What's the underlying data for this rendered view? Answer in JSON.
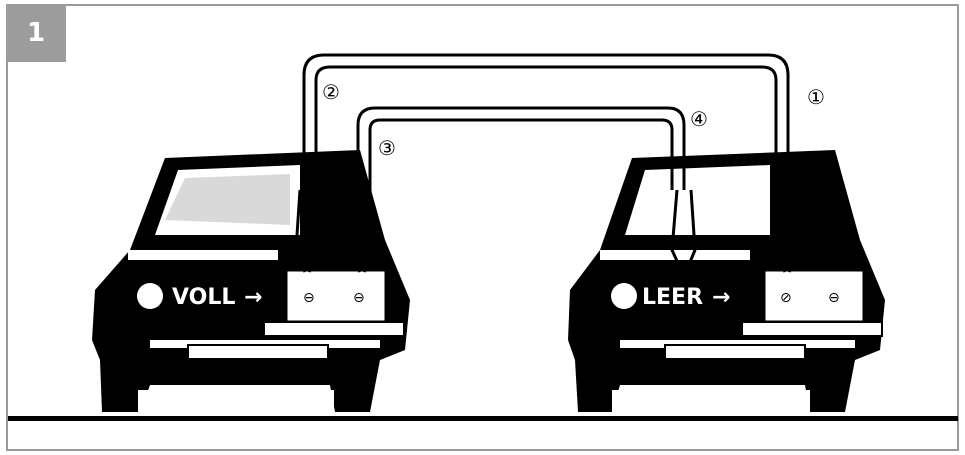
{
  "figure": {
    "number": "1",
    "left_car": {
      "battery_label": "VOLL",
      "terminal_left": "⊖",
      "terminal_right": "⊖"
    },
    "right_car": {
      "battery_label": "LEER",
      "terminal_left": "⊘",
      "terminal_right": "⊖"
    },
    "cables": [
      {
        "id": "1",
        "symbol": "①"
      },
      {
        "id": "2",
        "symbol": "②"
      },
      {
        "id": "3",
        "symbol": "③"
      },
      {
        "id": "4",
        "symbol": "④"
      }
    ],
    "colors": {
      "ink": "#000000",
      "paper": "#ffffff",
      "frame": "#9a9a9a",
      "badge": "#9c9c9c"
    }
  }
}
